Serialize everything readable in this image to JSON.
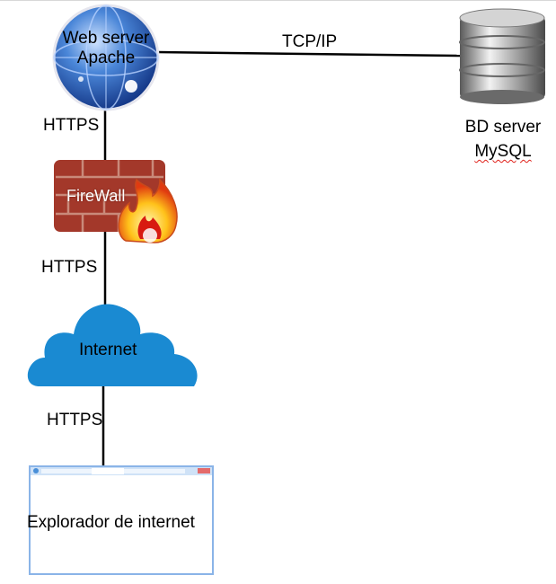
{
  "web_server": {
    "line1": "Web server",
    "line2": "Apache"
  },
  "db_server": {
    "line1": "BD server",
    "line2": "MySQL"
  },
  "firewall_text": "FireWall",
  "cloud_text": "Internet",
  "browser_text": "Explorador de internet",
  "links": {
    "web_db": "TCP/IP",
    "web_firewall": "HTTPS",
    "firewall_internet": "HTTPS",
    "internet_browser": "HTTPS"
  },
  "colors": {
    "cloud": "#1a8ad2",
    "brick": "#a3382a",
    "globe": "#2a5ab4",
    "db": "#7a7a7a",
    "browser_frame": "#8ab4e8"
  }
}
